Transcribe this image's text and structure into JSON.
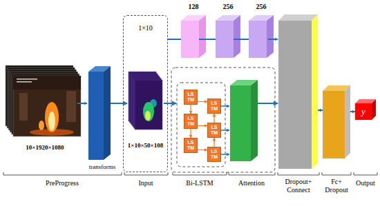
{
  "diagram": {
    "nodes": [
      {
        "text": [
          "1×10",
          "1×10×50×108"
        ]
      },
      {
        "text": [
          "128"
        ]
      },
      {
        "text": [
          "256"
        ]
      },
      {
        "text": [
          "256"
        ]
      },
      {
        "text": [
          "LS TM"
        ]
      },
      {
        "text": [
          "LS TM"
        ]
      },
      {
        "text": [
          "LS TM"
        ]
      },
      {
        "text": [
          "LS TM"
        ]
      },
      {
        "text": [
          "LS TM"
        ]
      },
      {
        "text": [
          "LS TM"
        ]
      },
      {
        "text": [
          "y"
        ]
      }
    ],
    "edges": [
      {
        "from": 0,
        "to": 1,
        "arrow": "none"
      },
      {
        "from": 1,
        "to": 2,
        "arrow": "none"
      },
      {
        "from": 2,
        "to": 3,
        "arrow": "none"
      },
      {
        "from": 4,
        "to": 6,
        "arrow": "to"
      },
      {
        "from": 6,
        "to": 8,
        "arrow": "to"
      },
      {
        "from": 9,
        "to": 7,
        "arrow": "to"
      },
      {
        "from": 7,
        "to": 5,
        "arrow": "to"
      },
      {
        "from": 4,
        "to": 5,
        "arrow": "to"
      },
      {
        "from": 6,
        "to": 7,
        "arrow": "to"
      },
      {
        "from": 8,
        "to": 9,
        "arrow": "to"
      }
    ],
    "labels": [
      "10×1920×1080",
      "transforms",
      "PreProgress",
      "Input",
      "Bi-LSTM",
      "Attention",
      "Dropout+ Connect",
      "Fc+ Dropout",
      "Output"
    ]
  }
}
